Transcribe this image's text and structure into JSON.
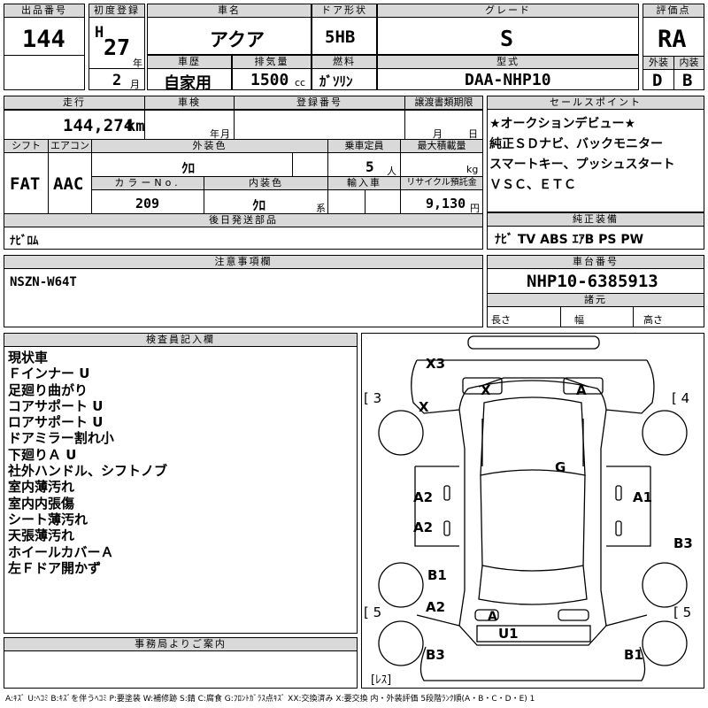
{
  "header": {
    "lot_label": "出品番号",
    "lot": "144",
    "reg_label": "初度登録",
    "era": "H",
    "year": "27",
    "year_unit": "年",
    "month": "2",
    "month_unit": "月",
    "car_name_label": "車名",
    "car_name": "アクア",
    "door_label": "ドア形状",
    "door": "5HB",
    "grade_label": "グレード",
    "grade": "S",
    "score_label": "評価点",
    "score": "RA",
    "exterior_label": "外装",
    "exterior": "D",
    "interior_label": "内装",
    "interior": "B",
    "history_label": "車歴",
    "history": "自家用",
    "displacement_label": "排気量",
    "displacement": "1500",
    "displacement_unit": "cc",
    "fuel_label": "燃料",
    "fuel": "ｶﾞｿﾘﾝ",
    "model_label": "型式",
    "model": "DAA-NHP10"
  },
  "specs": {
    "mileage_label": "走行",
    "mileage": "144,274",
    "mileage_unit": "km",
    "inspection_label": "車検",
    "inspection_year_unit": "年",
    "inspection_month_unit": "月",
    "reg_no_label": "登録番号",
    "transfer_label": "譲渡書類期限",
    "transfer_month_unit": "月",
    "transfer_day_unit": "日",
    "shift_label": "シフト",
    "shift": "FAT",
    "aircon_label": "エアコン",
    "aircon": "AAC",
    "ext_color_label": "外装色",
    "ext_color": "ｸﾛ",
    "capacity_label": "乗車定員",
    "capacity": "5",
    "capacity_unit": "人",
    "max_load_label": "最大積載量",
    "max_load_unit": "kg",
    "color_no_label": "カラーNo.",
    "color_no": "209",
    "int_color_label": "内装色",
    "int_color": "ｸﾛ",
    "int_color_unit": "系",
    "import_label": "輸入車",
    "recycle_label": "リサイクル預託金",
    "recycle": "9,130",
    "recycle_unit": "円",
    "later_parts_label": "後日発送部品",
    "later_parts": "ﾅﾋﾞﾛﾑ"
  },
  "sales": {
    "label": "セールスポイント",
    "lines": [
      "★オークションデビュー★",
      "純正ＳＤナビ、バックモニター",
      "スマートキー、プッシュスタート",
      "ＶＳＣ、ＥＴＣ"
    ]
  },
  "equipment": {
    "label": "純正装備",
    "items": "ﾅﾋﾞ  TV  ABS ｴｱB PS PW"
  },
  "notes": {
    "label": "注意事項欄",
    "text": "NSZN-W64T"
  },
  "chassis": {
    "label": "車台番号",
    "value": "NHP10-6385913",
    "dims_label": "諸元",
    "length": "長さ",
    "width": "幅",
    "height": "高さ"
  },
  "inspector": {
    "label": "検査員記入欄",
    "lines": [
      "現状車",
      "Ｆインナー U",
      "足廻り曲がり",
      "コアサポート U",
      "ロアサポート U",
      "ドアミラー割れ小",
      "下廻りＡ U",
      "社外ハンドル、シフトノブ",
      "室内薄汚れ",
      "室内内張傷",
      "シート薄汚れ",
      "天張薄汚れ",
      "ホイールカバーＡ",
      "左Ｆドア開かず"
    ]
  },
  "office": {
    "label": "事務局よりご案内"
  },
  "diagram": {
    "marks": [
      "X3",
      "X",
      "A",
      "X",
      "G",
      "A2",
      "A1",
      "A2",
      "B3",
      "B1",
      "A2",
      "A",
      "U1",
      "B3",
      "B1"
    ],
    "side_labels": [
      "[ 3",
      "[ 4",
      "[ 5",
      "[ 5",
      "[ﾚｽ]"
    ]
  },
  "legend": "A:ｷｽﾞ  U:ﾍｺﾐ  B:ｷｽﾞを伴うﾍｺﾐ  P:要塗装  W:補修跡  S:錆  C:腐食  G:ﾌﾛﾝﾄｶﾞﾗｽ点ｷｽﾞ  XX:交換済み  X:要交換  内・外装評価  5段階ﾗﾝｸ順(A・B・C・D・E) 1"
}
